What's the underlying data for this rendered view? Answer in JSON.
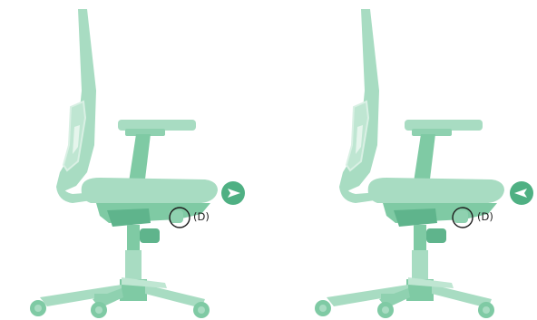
{
  "diagram": {
    "colors": {
      "chair_light": "#a8dcc2",
      "chair_mid": "#7fcaa4",
      "chair_dark": "#5fb48c",
      "accent": "#4fb083",
      "outline": "#d9f0e4",
      "callout_ring": "#1e1e1e"
    },
    "panels": [
      {
        "callout_label": "(D)",
        "arrow_icon": "arrow-right-icon",
        "arrow_direction": "right"
      },
      {
        "callout_label": "(D)",
        "arrow_icon": "arrow-left-icon",
        "arrow_direction": "left"
      }
    ]
  }
}
